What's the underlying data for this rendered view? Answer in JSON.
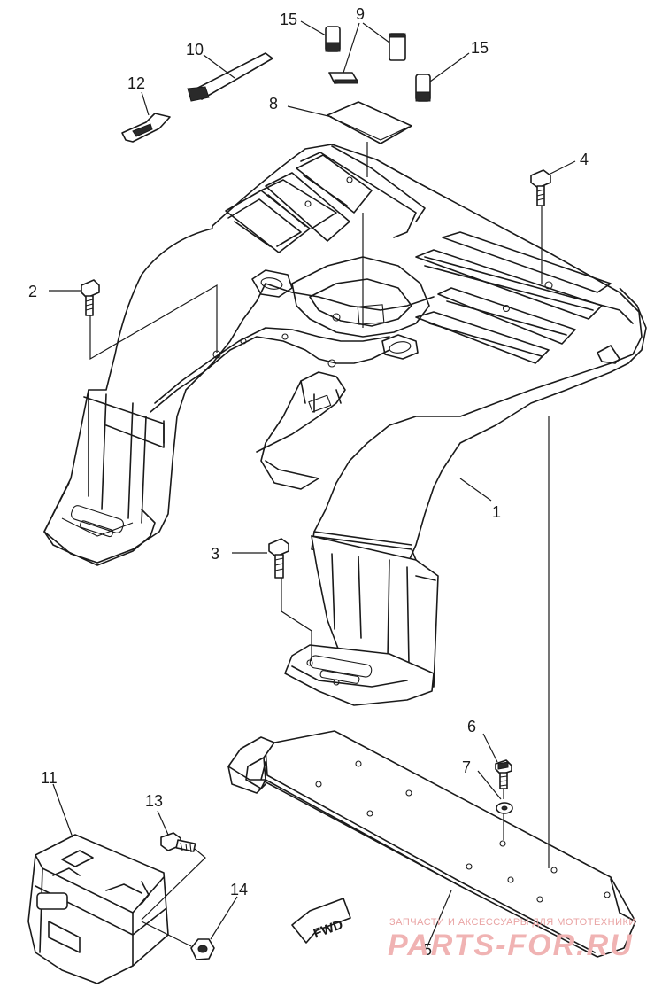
{
  "callouts": [
    {
      "id": "part-1",
      "label": "1"
    },
    {
      "id": "part-2",
      "label": "2"
    },
    {
      "id": "part-3",
      "label": "3"
    },
    {
      "id": "part-4",
      "label": "4"
    },
    {
      "id": "part-5",
      "label": "5"
    },
    {
      "id": "part-6",
      "label": "6"
    },
    {
      "id": "part-7",
      "label": "7"
    },
    {
      "id": "part-8",
      "label": "8"
    },
    {
      "id": "part-9",
      "label": "9"
    },
    {
      "id": "part-10",
      "label": "10"
    },
    {
      "id": "part-11",
      "label": "11"
    },
    {
      "id": "part-12",
      "label": "12"
    },
    {
      "id": "part-13",
      "label": "13"
    },
    {
      "id": "part-14",
      "label": "14"
    },
    {
      "id": "part-15a",
      "label": "15"
    },
    {
      "id": "part-15b",
      "label": "15"
    }
  ],
  "direction_marker": {
    "label": "FWD"
  },
  "watermark": {
    "tagline": "ЗАПЧАСТИ И АКСЕССУАРЫ ДЛЯ МОТОТЕХНИКИ",
    "site": "PARTS-FOR.RU"
  }
}
